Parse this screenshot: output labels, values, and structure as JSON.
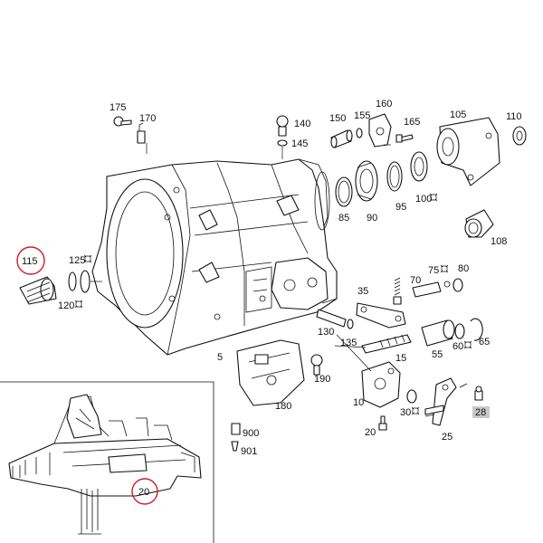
{
  "labels": {
    "l175": "175",
    "l170": "170",
    "l140": "140",
    "l145": "145",
    "l150": "150",
    "l155": "155",
    "l160": "160",
    "l165": "165",
    "l105": "105",
    "l110": "110",
    "l85": "85",
    "l90": "90",
    "l95": "95",
    "l100": "100",
    "l108": "108",
    "l115": "115",
    "l125": "125",
    "l120": "120",
    "l35": "35",
    "l70": "70",
    "l75": "75",
    "l80": "80",
    "l130": "130",
    "l135": "135",
    "l15": "15",
    "l55": "55",
    "l60": "60",
    "l65": "65",
    "l5": "5",
    "l190": "190",
    "l180": "180",
    "l10": "10",
    "l30": "30",
    "l20a": "20",
    "l25": "25",
    "l28": "28",
    "l900": "900",
    "l901": "901",
    "l20b": "20"
  },
  "colors": {
    "highlight": "#c8202a",
    "tag_background": "#c9c9c9"
  }
}
